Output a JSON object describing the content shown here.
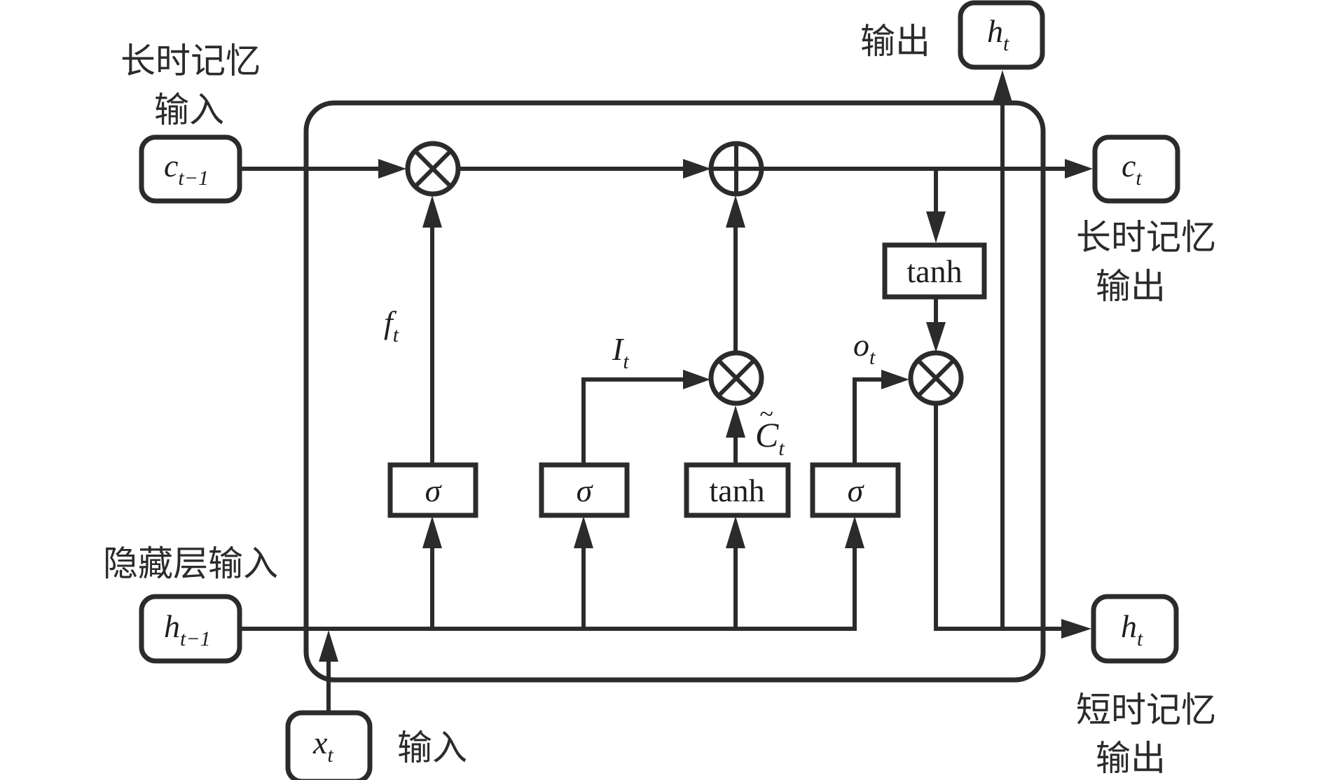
{
  "diagram": {
    "type": "LSTM cell",
    "colors": {
      "cell_background": "#d3e494",
      "cell_state_box": "#efb4cf",
      "hidden_box": "#f8b383",
      "multiply_op": "#bcbfe1",
      "add_op": "#f2e98c",
      "gate_box": "#fce5e5",
      "output_tanh_box": "#9fd9f1",
      "stroke": "#2b2b2b"
    },
    "labels": {
      "long_memory_input": [
        "长时记忆",
        "输入"
      ],
      "long_memory_output": [
        "长时记忆",
        "输出"
      ],
      "short_memory_output": [
        "短时记忆",
        "输出"
      ],
      "hidden_input": "隐藏层输入",
      "input": "输入",
      "output": "输出"
    },
    "nodes": {
      "c_prev": {
        "main": "c",
        "sub": "t−1"
      },
      "c_t": {
        "main": "c",
        "sub": "t"
      },
      "h_prev": {
        "main": "h",
        "sub": "t−1"
      },
      "h_t_right": {
        "main": "h",
        "sub": "t"
      },
      "h_t_top": {
        "main": "h",
        "sub": "t"
      },
      "x_t": {
        "main": "x",
        "sub": "t"
      }
    },
    "gates": [
      {
        "id": "forget",
        "func": "σ"
      },
      {
        "id": "input",
        "func": "σ"
      },
      {
        "id": "candidate",
        "func": "tanh"
      },
      {
        "id": "output",
        "func": "σ"
      }
    ],
    "output_activation": "tanh",
    "operators": {
      "multiply": "⊗",
      "add": "⊕"
    },
    "signal_labels": {
      "f": {
        "main": "f",
        "sub": "t"
      },
      "i": {
        "main": "I",
        "sub": "t"
      },
      "c_tilde": {
        "main": "C",
        "sub": "t",
        "accent": "~"
      },
      "o": {
        "main": "o",
        "sub": "t"
      }
    }
  }
}
